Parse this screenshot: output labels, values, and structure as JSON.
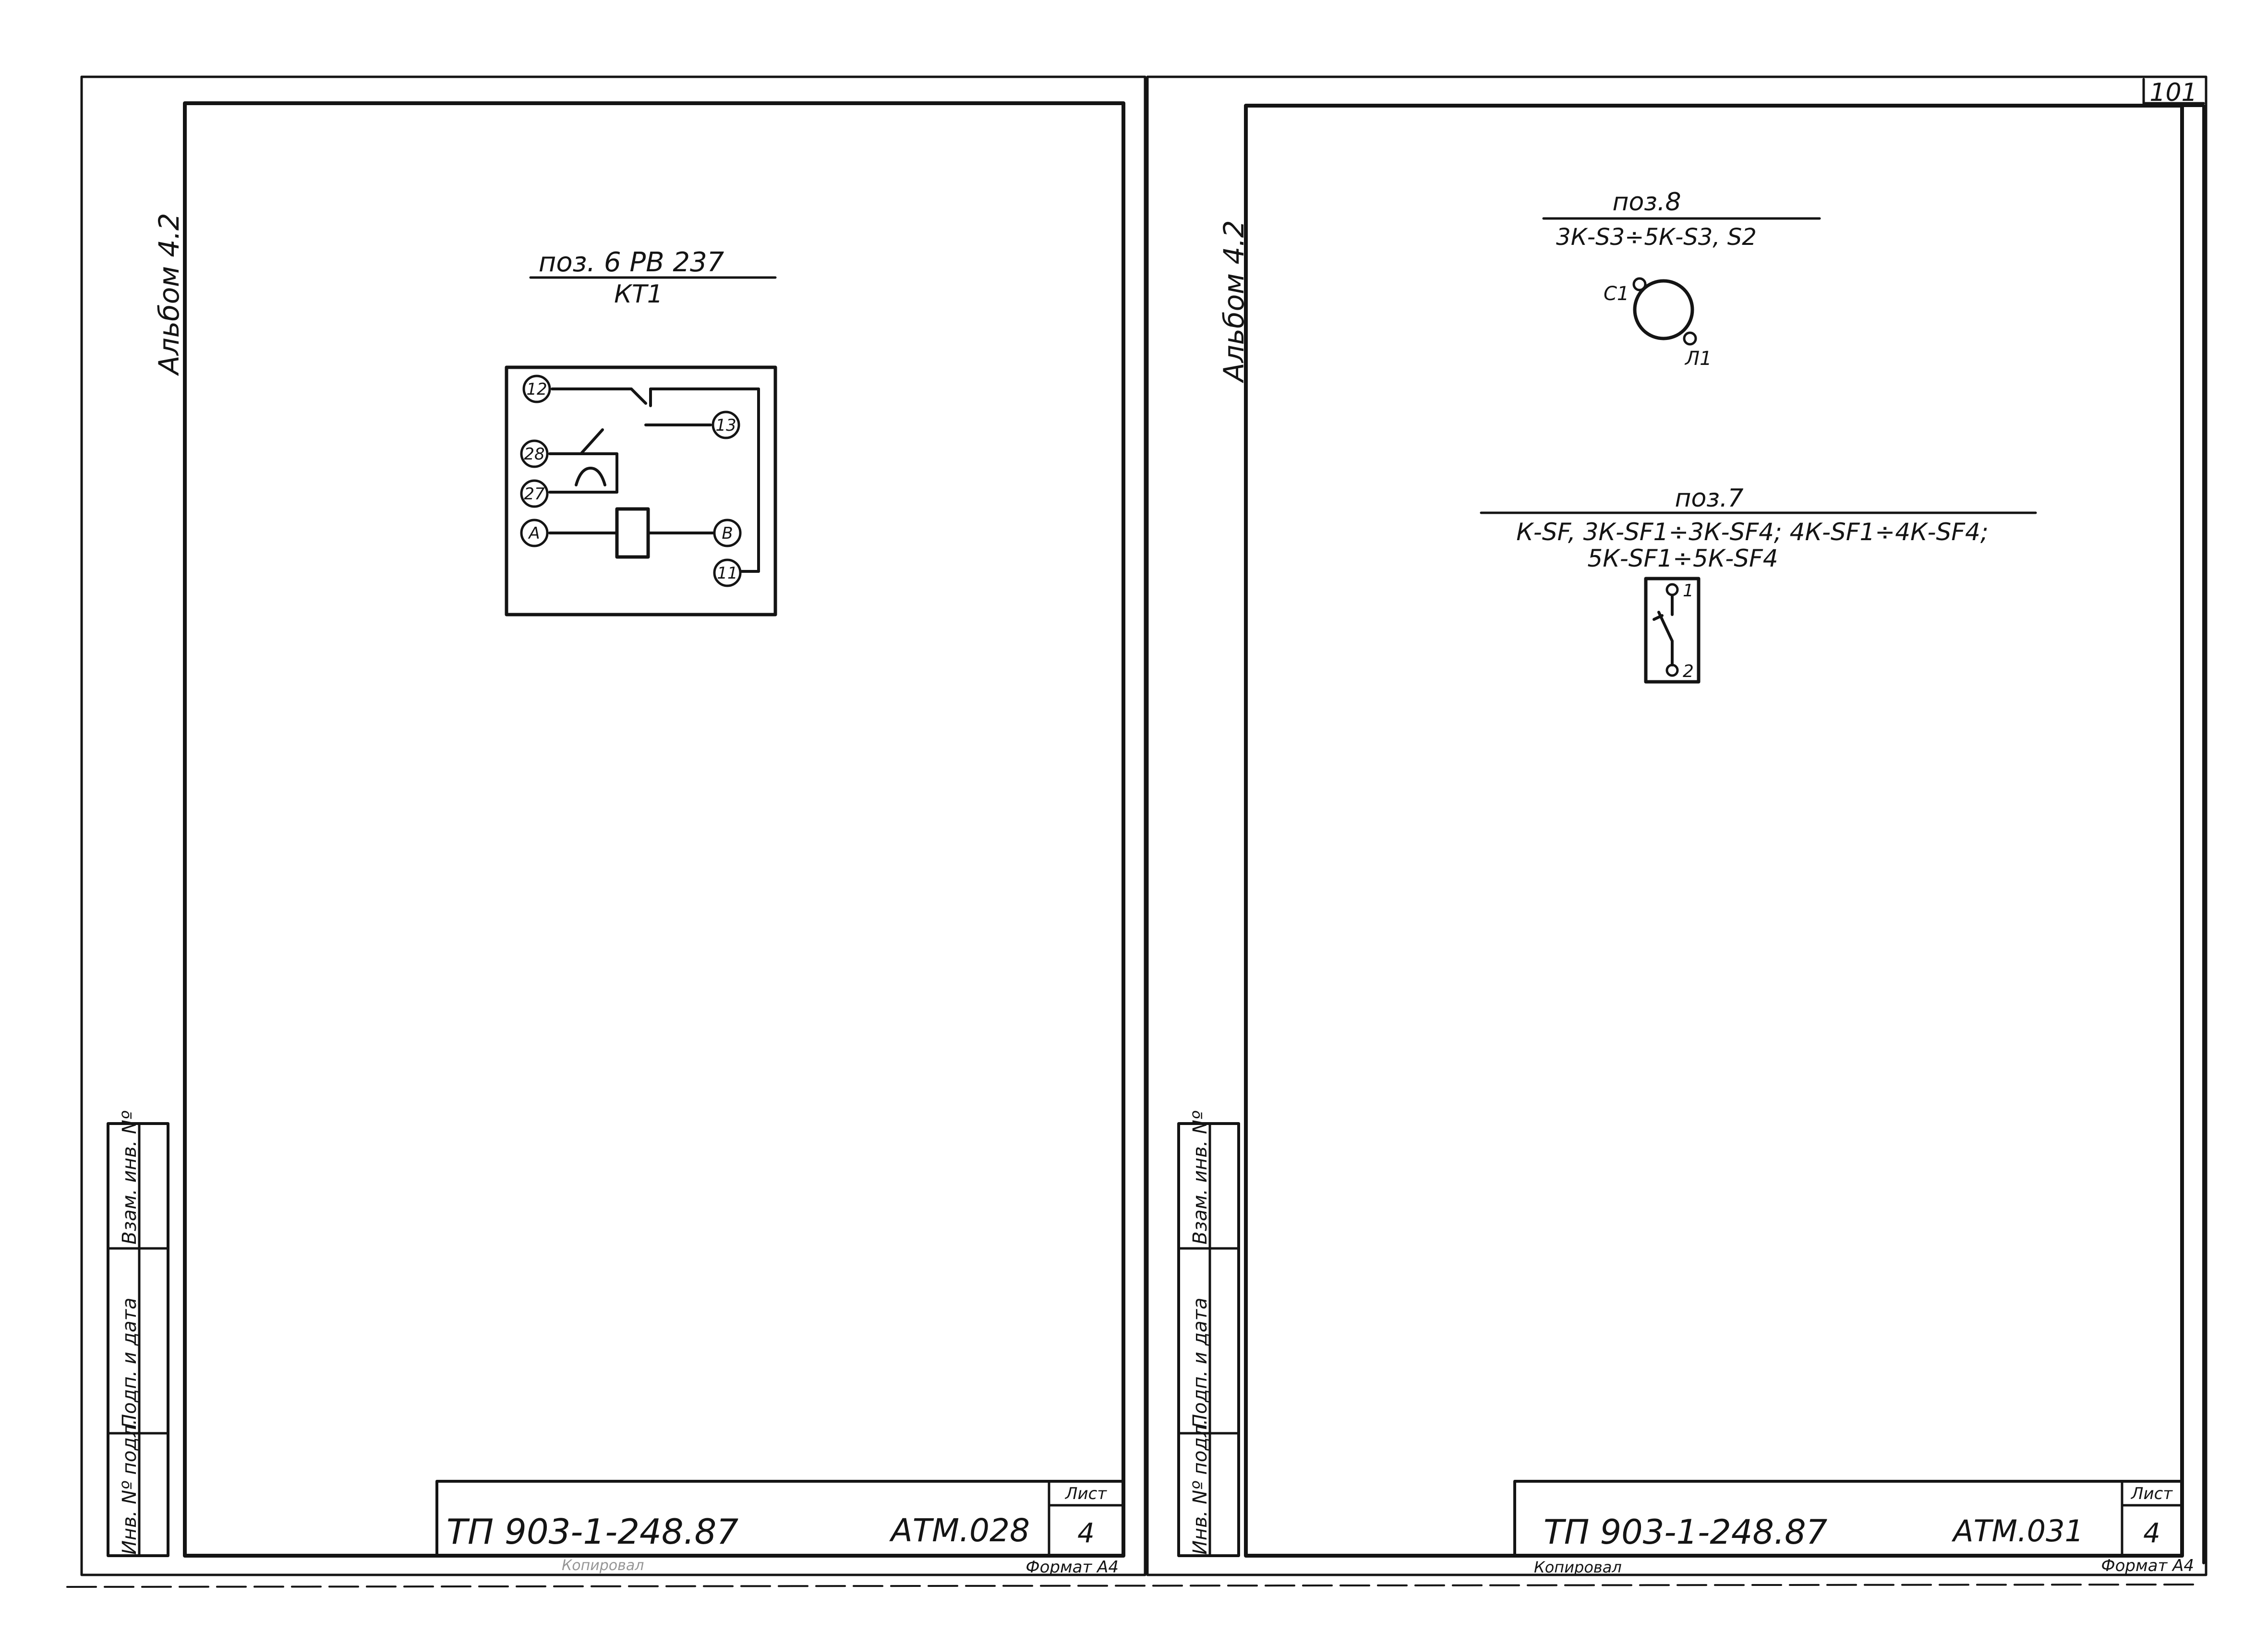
{
  "page_number": "101",
  "left_sheet": {
    "album_label": "Альбом 4.2",
    "item_title": "поз. 6 РВ 237",
    "item_ref": "КТ1",
    "relay_terminals": [
      "12",
      "13",
      "28",
      "27",
      "А",
      "В",
      "11"
    ],
    "stamp_columns": [
      "Инв. Nº подл.",
      "Подп. и дата",
      "Взам. инв. Nº"
    ],
    "doc_code": "ТП 903-1-248.87",
    "sheet_code": "АТМ.028",
    "sheet_label": "Лист",
    "sheet_no": "4",
    "footer_left": "Копировал",
    "footer_right": "Формат А4"
  },
  "right_sheet": {
    "album_label": "Альбом 4.2",
    "item8_title": "поз.8",
    "item8_ref": "3К-S3÷5К-S3, S2",
    "switch_terminals": [
      "С1",
      "Л1"
    ],
    "item7_title": "поз.7",
    "item7_ref_line1": "К-SF, 3К-SF1÷3К-SF4; 4К-SF1÷4К-SF4;",
    "item7_ref_line2": "5К-SF1÷5К-SF4",
    "breaker_terminals": [
      "1",
      "2"
    ],
    "stamp_columns": [
      "Инв. Nº подл.",
      "Подп. и дата",
      "Взам. инв. Nº"
    ],
    "doc_code": "ТП 903-1-248.87",
    "sheet_code": "АТМ.031",
    "sheet_label": "Лист",
    "sheet_no": "4",
    "footer_left": "Копировал",
    "footer_right": "Формат А4"
  }
}
